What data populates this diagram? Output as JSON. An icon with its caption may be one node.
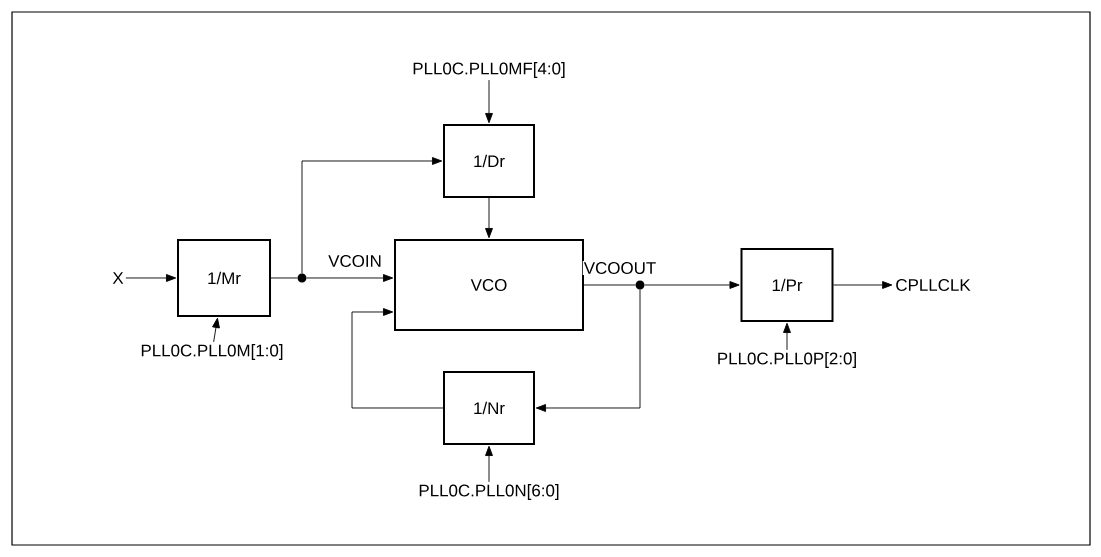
{
  "diagram": {
    "nodes": [
      {
        "text": [
          "X"
        ]
      },
      {
        "text": [
          "1/Mr"
        ]
      },
      {
        "text": [
          "PLL0C.PLL0M[1:0]"
        ]
      },
      {
        "text": [
          "PLL0C.PLL0MF[4:0]"
        ]
      },
      {
        "text": [
          "1/Dr"
        ]
      },
      {
        "text": [
          "VCO"
        ]
      },
      {
        "text": [
          "1/Nr"
        ]
      },
      {
        "text": [
          "PLL0C.PLL0N[6:0]"
        ]
      },
      {
        "text": [
          "1/Pr"
        ]
      },
      {
        "text": [
          "PLL0C.PLL0P[2:0]"
        ]
      },
      {
        "text": [
          "CPLLCLK"
        ]
      },
      {
        "text": [],
        "shape": "circle"
      },
      {
        "text": [],
        "shape": "circle"
      }
    ],
    "edges": [
      {
        "from": 0,
        "to": 1,
        "arrow": "to"
      },
      {
        "from": 2,
        "to": 1,
        "arrow": "to"
      },
      {
        "from": 1,
        "to": 11,
        "arrow": "none"
      },
      {
        "from": 11,
        "to": 5,
        "arrow": "to",
        "label": "VCOIN"
      },
      {
        "from": 11,
        "to": 4,
        "arrow": "to"
      },
      {
        "from": 3,
        "to": 4,
        "arrow": "to"
      },
      {
        "from": 4,
        "to": 5,
        "arrow": "to"
      },
      {
        "from": 5,
        "to": 12,
        "arrow": "none",
        "label": "VCOOUT"
      },
      {
        "from": 12,
        "to": 8,
        "arrow": "to"
      },
      {
        "from": 12,
        "to": 6,
        "arrow": "to"
      },
      {
        "from": 6,
        "to": 5,
        "arrow": "to"
      },
      {
        "from": 7,
        "to": 6,
        "arrow": "to"
      },
      {
        "from": 9,
        "to": 8,
        "arrow": "to"
      },
      {
        "from": 8,
        "to": 10,
        "arrow": "to"
      }
    ]
  }
}
